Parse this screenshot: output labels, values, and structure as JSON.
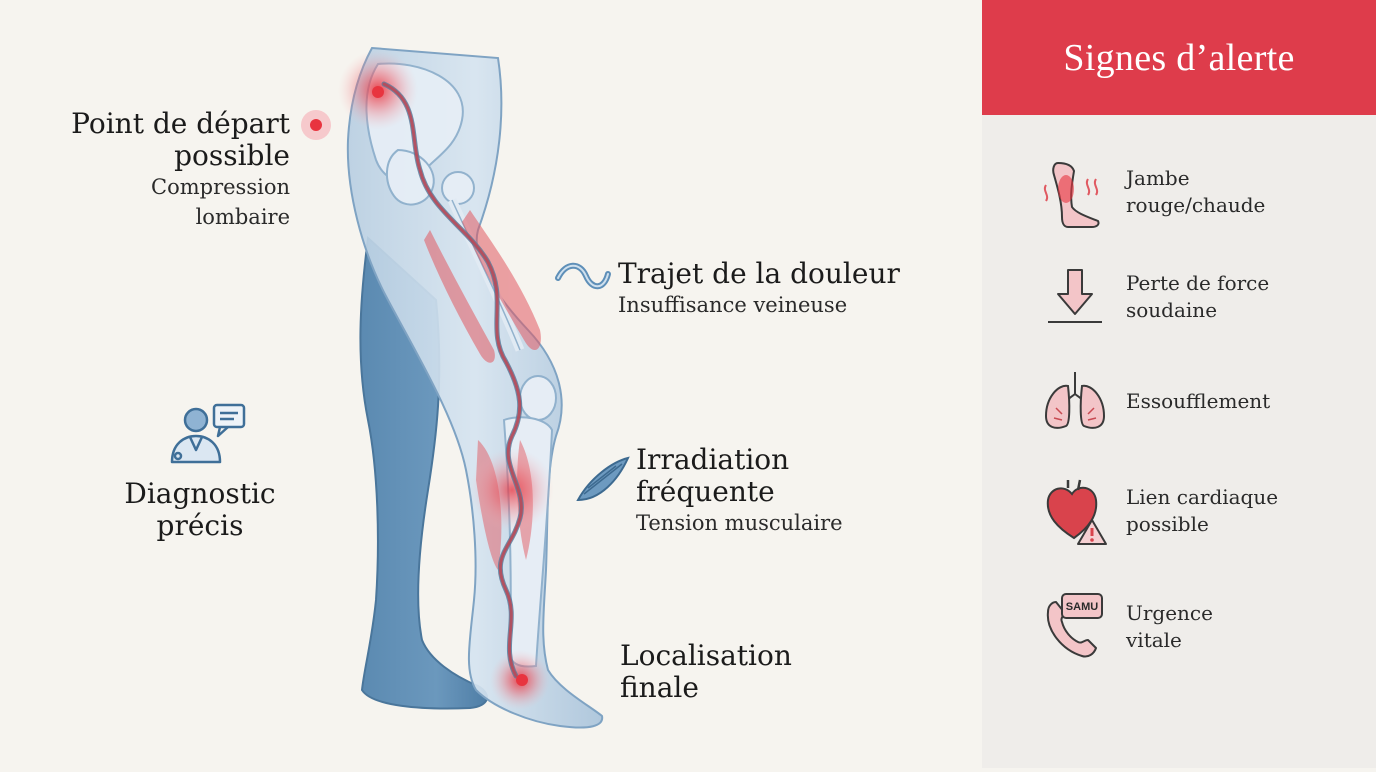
{
  "labels": {
    "start": {
      "title_1": "Point de départ",
      "title_2": "possible",
      "sub_1": "Compression",
      "sub_2": "lombaire"
    },
    "path": {
      "title": "Trajet de la douleur",
      "sub": "Insuffisance veineuse"
    },
    "radiation": {
      "title_1": "Irradiation",
      "title_2": "fréquente",
      "sub": "Tension musculaire"
    },
    "final": {
      "title_1": "Localisation",
      "title_2": "finale"
    },
    "diagnostic": {
      "title_1": "Diagnostic",
      "title_2": "précis"
    }
  },
  "warning_panel": {
    "title": "Signes d’alerte",
    "items": [
      {
        "icon": "hot-leg-icon",
        "line_1": "Jambe",
        "line_2": "rouge/chaude"
      },
      {
        "icon": "weakness-arrow-icon",
        "line_1": "Perte de force",
        "line_2": "soudaine"
      },
      {
        "icon": "lungs-icon",
        "line_1": "Essoufflement",
        "line_2": ""
      },
      {
        "icon": "heart-warning-icon",
        "line_1": "Lien cardiaque",
        "line_2": "possible"
      },
      {
        "icon": "phone-samu-icon",
        "line_1": "Urgence",
        "line_2": "vitale",
        "badge": "SAMU"
      }
    ]
  },
  "colors": {
    "accent_red": "#de3c4b",
    "leg_blue": "#5d8db5",
    "leg_light": "#c6d8e8",
    "pain_red": "#e8343f"
  }
}
